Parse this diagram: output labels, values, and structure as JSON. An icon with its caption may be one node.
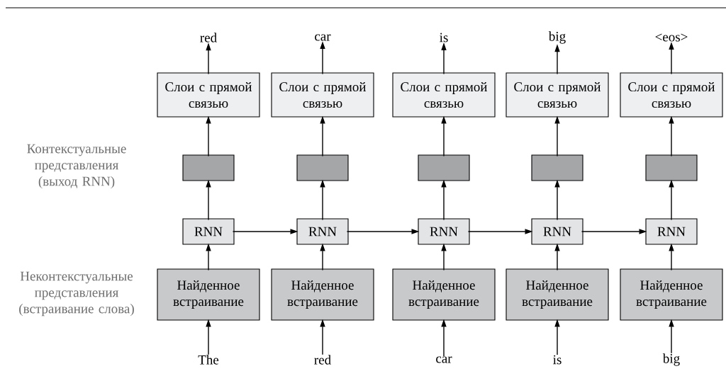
{
  "diagram": {
    "nodes": [
      {
        "text": [
          "red"
        ]
      },
      {
        "text": [
          "car"
        ]
      },
      {
        "text": [
          "is"
        ]
      },
      {
        "text": [
          "big"
        ]
      },
      {
        "text": [
          "<eos>"
        ]
      },
      {
        "text": [
          "Слои с прямой связью"
        ]
      },
      {
        "text": [
          "Слои с прямой связью"
        ]
      },
      {
        "text": [
          "Слои с прямой связью"
        ]
      },
      {
        "text": [
          "Слои с прямой связью"
        ]
      },
      {
        "text": [
          "Слои с прямой связью"
        ]
      },
      {
        "text": [],
        "shape": "box"
      },
      {
        "text": [],
        "shape": "box"
      },
      {
        "text": [],
        "shape": "box"
      },
      {
        "text": [],
        "shape": "box"
      },
      {
        "text": [],
        "shape": "box"
      },
      {
        "text": [
          "RNN"
        ]
      },
      {
        "text": [
          "RNN"
        ]
      },
      {
        "text": [
          "RNN"
        ]
      },
      {
        "text": [
          "RNN"
        ]
      },
      {
        "text": [
          "RNN"
        ]
      },
      {
        "text": [
          "Найденное встраивание"
        ]
      },
      {
        "text": [
          "Найденное встраивание"
        ]
      },
      {
        "text": [
          "Найденное встраивание"
        ]
      },
      {
        "text": [
          "Найденное встраивание"
        ]
      },
      {
        "text": [
          "Найденное встраивание"
        ]
      },
      {
        "text": [
          "The"
        ]
      },
      {
        "text": [
          "red"
        ]
      },
      {
        "text": [
          "car"
        ]
      },
      {
        "text": [
          "is"
        ]
      },
      {
        "text": [
          "big"
        ]
      }
    ],
    "edges": [
      {
        "from": 25,
        "to": 20,
        "arrow": "to"
      },
      {
        "from": 26,
        "to": 21,
        "arrow": "to"
      },
      {
        "from": 27,
        "to": 22,
        "arrow": "to"
      },
      {
        "from": 28,
        "to": 23,
        "arrow": "to"
      },
      {
        "from": 29,
        "to": 24,
        "arrow": "to"
      },
      {
        "from": 20,
        "to": 15,
        "arrow": "to"
      },
      {
        "from": 21,
        "to": 16,
        "arrow": "to"
      },
      {
        "from": 22,
        "to": 17,
        "arrow": "to"
      },
      {
        "from": 23,
        "to": 18,
        "arrow": "to"
      },
      {
        "from": 24,
        "to": 19,
        "arrow": "to"
      },
      {
        "from": 15,
        "to": 10,
        "arrow": "to"
      },
      {
        "from": 16,
        "to": 11,
        "arrow": "to"
      },
      {
        "from": 17,
        "to": 12,
        "arrow": "to"
      },
      {
        "from": 18,
        "to": 13,
        "arrow": "to"
      },
      {
        "from": 19,
        "to": 14,
        "arrow": "to"
      },
      {
        "from": 10,
        "to": 5,
        "arrow": "to"
      },
      {
        "from": 11,
        "to": 6,
        "arrow": "to"
      },
      {
        "from": 12,
        "to": 7,
        "arrow": "to"
      },
      {
        "from": 13,
        "to": 8,
        "arrow": "to"
      },
      {
        "from": 14,
        "to": 9,
        "arrow": "to"
      },
      {
        "from": 5,
        "to": 0,
        "arrow": "to"
      },
      {
        "from": 6,
        "to": 1,
        "arrow": "to"
      },
      {
        "from": 7,
        "to": 2,
        "arrow": "to"
      },
      {
        "from": 8,
        "to": 3,
        "arrow": "to"
      },
      {
        "from": 9,
        "to": 4,
        "arrow": "to"
      },
      {
        "from": 15,
        "to": 16,
        "arrow": "to"
      },
      {
        "from": 16,
        "to": 17,
        "arrow": "to"
      },
      {
        "from": 17,
        "to": 18,
        "arrow": "to"
      },
      {
        "from": 18,
        "to": 19,
        "arrow": "to"
      }
    ],
    "labels": [
      "Контекстуальные представления (выход RNN)",
      "Неконтекстуальные представления (встраивание слова)"
    ]
  }
}
